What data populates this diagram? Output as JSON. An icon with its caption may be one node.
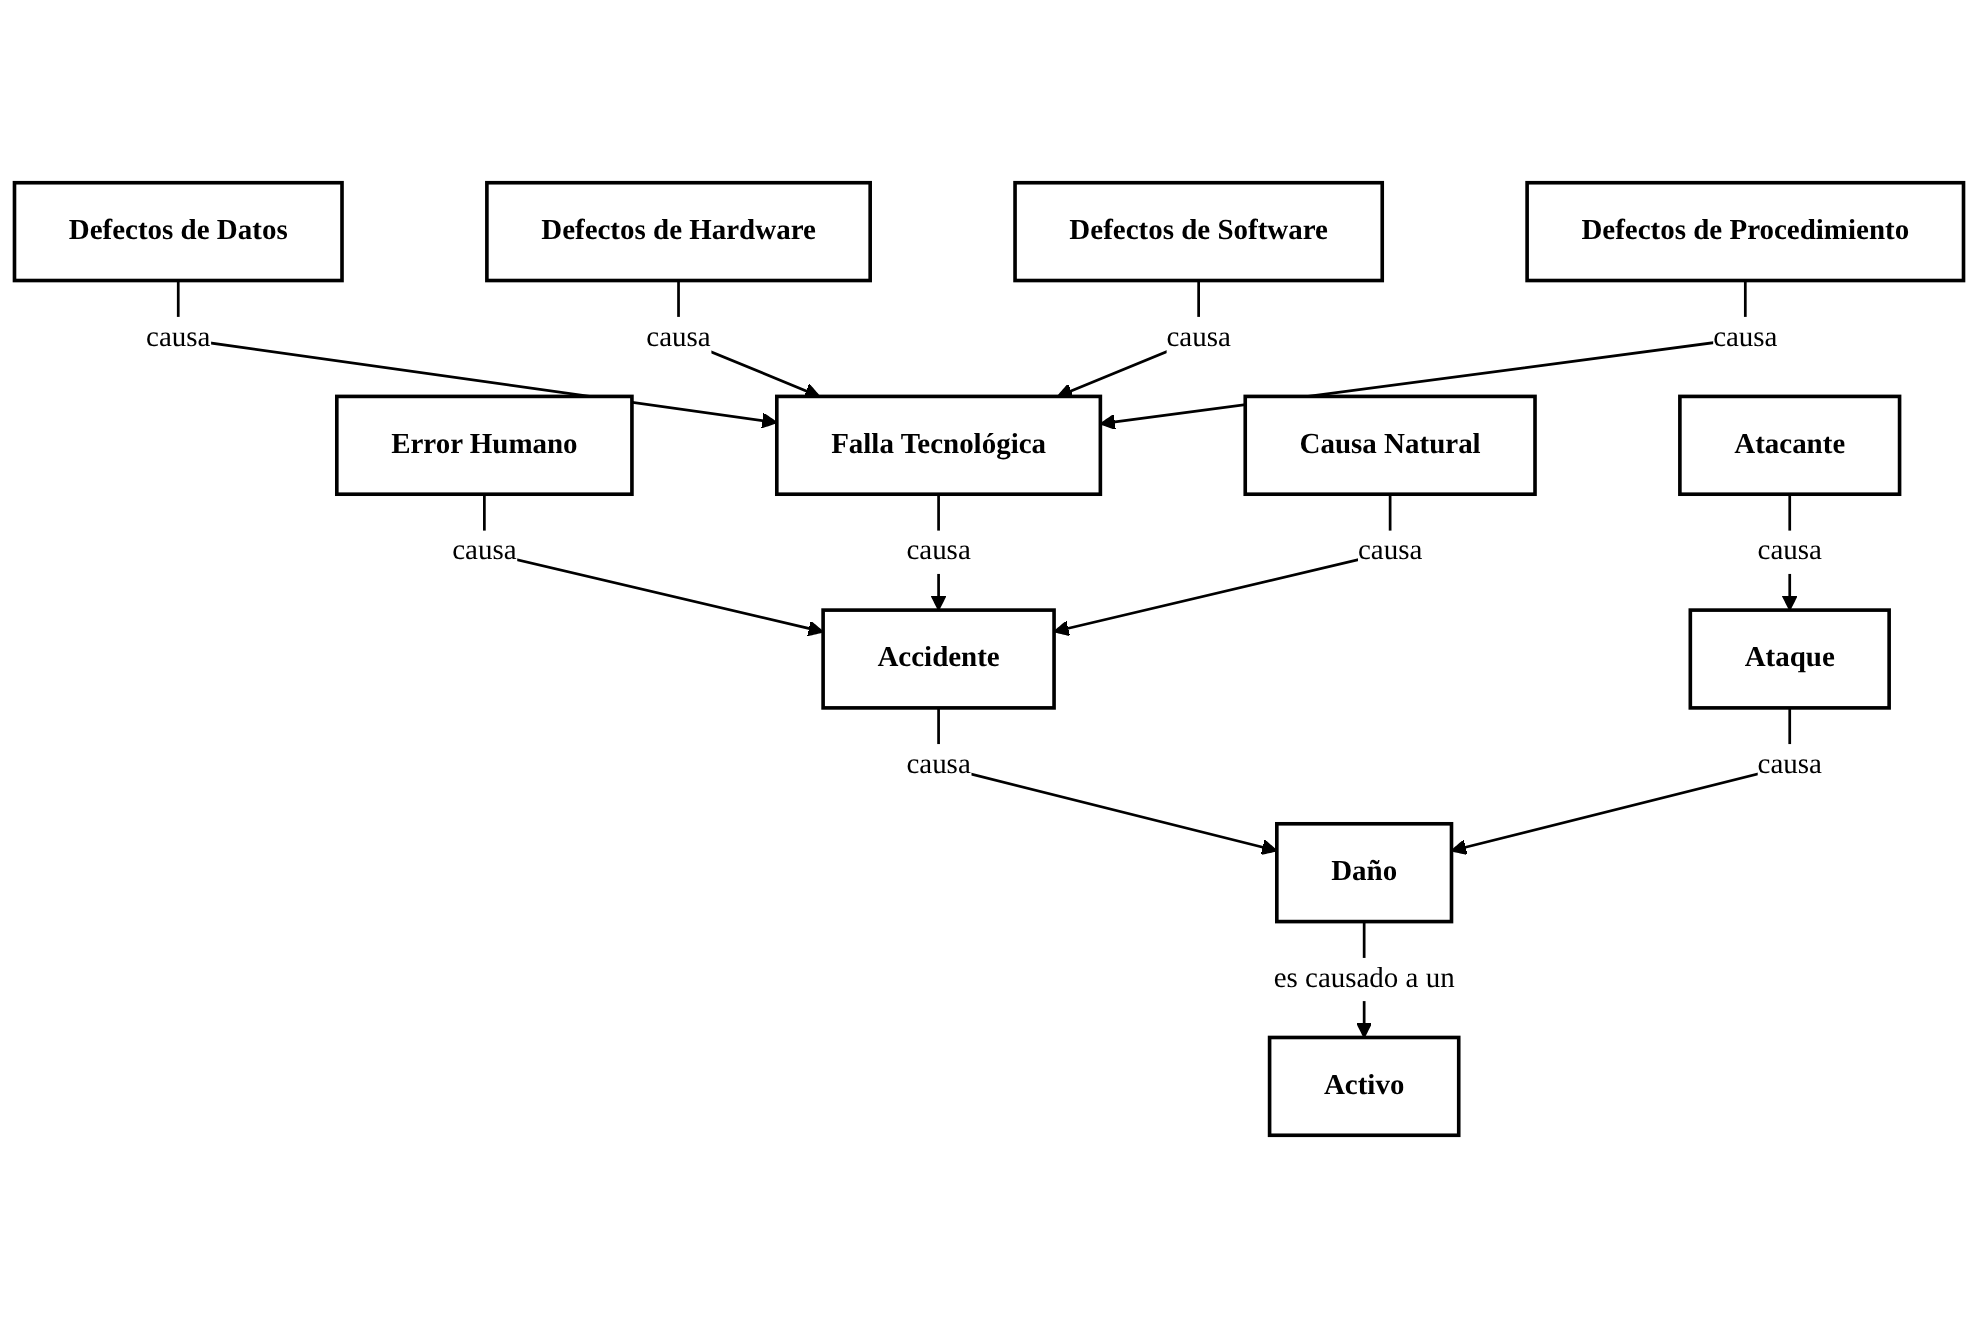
{
  "diagram": {
    "nodes": [
      {
        "text": [
          "Defectos de Datos"
        ]
      },
      {
        "text": [
          "Defectos de Hardware"
        ]
      },
      {
        "text": [
          "Defectos de Software"
        ]
      },
      {
        "text": [
          "Defectos de Procedimiento"
        ]
      },
      {
        "text": [
          "Error Humano"
        ]
      },
      {
        "text": [
          "Falla Tecnológica"
        ]
      },
      {
        "text": [
          "Causa Natural"
        ]
      },
      {
        "text": [
          "Atacante"
        ]
      },
      {
        "text": [
          "Accidente"
        ]
      },
      {
        "text": [
          "Ataque"
        ]
      },
      {
        "text": [
          "Daño"
        ]
      },
      {
        "text": [
          "Activo"
        ]
      }
    ],
    "edges": [
      {
        "from": 0,
        "to": 5,
        "arrow": "to",
        "label": "causa"
      },
      {
        "from": 1,
        "to": 5,
        "arrow": "to",
        "label": "causa"
      },
      {
        "from": 2,
        "to": 5,
        "arrow": "to",
        "label": "causa"
      },
      {
        "from": 3,
        "to": 5,
        "arrow": "to",
        "label": "causa"
      },
      {
        "from": 4,
        "to": 8,
        "arrow": "to",
        "label": "causa"
      },
      {
        "from": 5,
        "to": 8,
        "arrow": "to",
        "label": "causa"
      },
      {
        "from": 6,
        "to": 8,
        "arrow": "to",
        "label": "causa"
      },
      {
        "from": 7,
        "to": 9,
        "arrow": "to",
        "label": "causa"
      },
      {
        "from": 8,
        "to": 10,
        "arrow": "to",
        "label": "causa"
      },
      {
        "from": 9,
        "to": 10,
        "arrow": "to",
        "label": "causa"
      },
      {
        "from": 10,
        "to": 11,
        "arrow": "to",
        "label": "es causado a un"
      }
    ]
  }
}
